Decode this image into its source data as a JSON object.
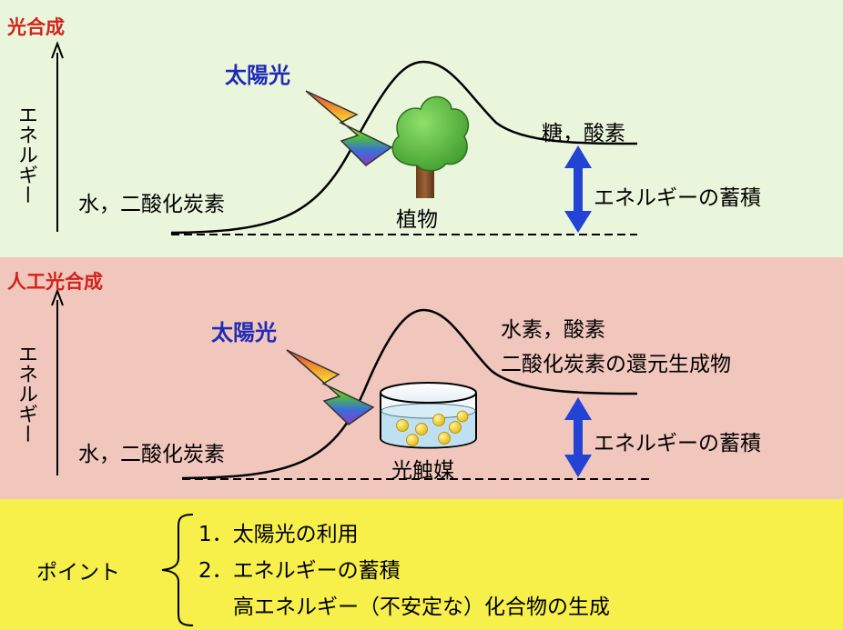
{
  "photosynthesis": {
    "title": "光合成",
    "axis_label": "エネルギー",
    "light_label": "太陽光",
    "reactants": "水，二酸化炭素",
    "products": "糖，酸素",
    "agent": "植物",
    "storage": "エネルギーの蓄積"
  },
  "artificial": {
    "title": "人工光合成",
    "axis_label": "エネルギー",
    "light_label": "太陽光",
    "reactants": "水，二酸化炭素",
    "products_line1": "水素，酸素",
    "products_line2": "二酸化炭素の還元生成物",
    "agent": "光触媒",
    "storage": "エネルギーの蓄積"
  },
  "points": {
    "label": "ポイント",
    "item1": "1．太陽光の利用",
    "item2": "2．エネルギーの蓄積",
    "item3": "高エネルギー（不安定な）化合物の生成"
  },
  "colors": {
    "title_red": "#d0231b",
    "light_blue": "#1f2bb5",
    "arrow_blue": "#2342d6",
    "photo_bg": "#eaf6dc",
    "artificial_bg": "#f1c6bc",
    "points_bg": "#f7f04a"
  }
}
